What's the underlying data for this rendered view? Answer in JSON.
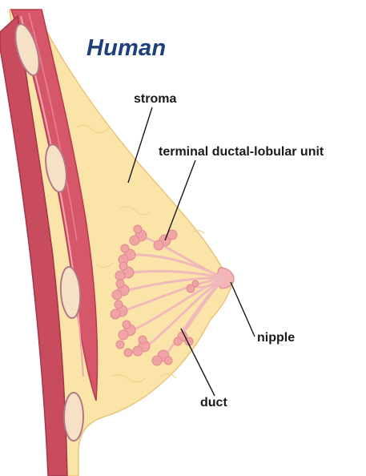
{
  "title": "Human",
  "labels": {
    "stroma": "stroma",
    "tdlu": "terminal ductal-lobular unit",
    "nipple": "nipple",
    "duct": "duct"
  },
  "colors": {
    "title": "#1d3f7a",
    "muscle": "#d6566a",
    "muscle_dark": "#b83a4f",
    "fat_tissue": "#fbe4a8",
    "fat_outline": "#e9c47a",
    "lobule": "#f0a4a6",
    "nipple": "#f3b6b4",
    "leader_line": "#1a1a1a"
  }
}
